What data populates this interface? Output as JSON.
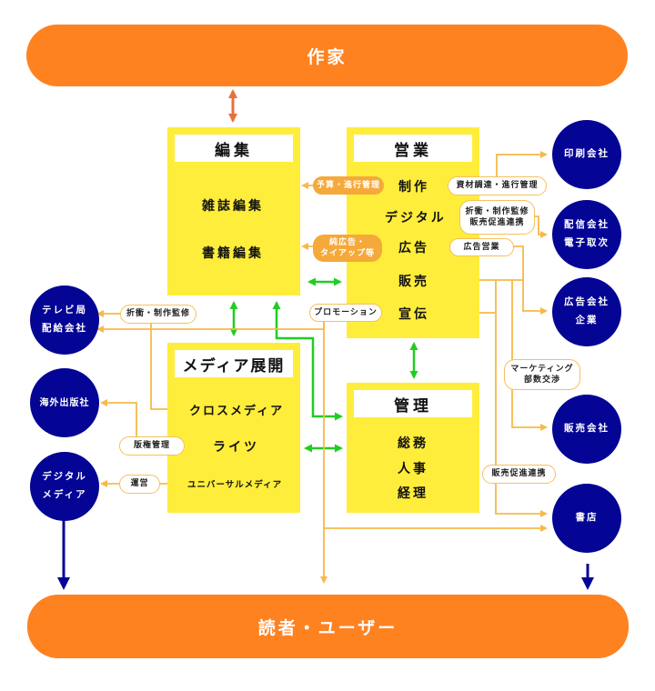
{
  "top_bar": {
    "label": "作家"
  },
  "bottom_bar": {
    "label": "読者・ユーザー"
  },
  "departments": {
    "editorial": {
      "title": "編集",
      "items": [
        "雑誌編集",
        "書籍編集"
      ]
    },
    "sales": {
      "title": "営業",
      "items": [
        "制作",
        "デジタル",
        "広告",
        "販売",
        "宣伝"
      ]
    },
    "media": {
      "title": "メディア展開",
      "items": [
        "クロスメディア",
        "ライツ",
        "ユニバーサルメディア"
      ]
    },
    "admin": {
      "title": "管理",
      "items": [
        "総務",
        "人事",
        "経理"
      ]
    }
  },
  "partners": {
    "printing": [
      "印刷会社"
    ],
    "distribution": [
      "配信会社",
      "電子取次"
    ],
    "ad_agency": [
      "広告会社",
      "企業"
    ],
    "sales_company": [
      "販売会社"
    ],
    "bookstore": [
      "書店"
    ],
    "tv": [
      "テレビ局",
      "配給会社"
    ],
    "overseas": [
      "海外出版社"
    ],
    "digital_media": [
      "デジタル",
      "メディア"
    ]
  },
  "labels": {
    "budget": [
      "予算・進行管理"
    ],
    "pure_ad": [
      "純広告・",
      "タイアップ等"
    ],
    "materials": [
      "資材調達・進行管理"
    ],
    "digital_sup": [
      "折衝・制作監修",
      "販売促進連携"
    ],
    "ad_sales": [
      "広告営業"
    ],
    "promotion": [
      "プロモーション"
    ],
    "negotiation": [
      "折衝・制作監修"
    ],
    "marketing": [
      "マーケティング",
      "部数交渉"
    ],
    "sales_promo": [
      "販売促進連携"
    ],
    "rights_mgmt": [
      "版権管理"
    ],
    "operation": [
      "運営"
    ]
  },
  "colors": {
    "orange_bar": "#ff8221",
    "department": "#ffed3b",
    "partner": "#040495",
    "flow_line": "#f6b94a",
    "internal_link": "#22cc22",
    "author_link": "#e8703a"
  }
}
